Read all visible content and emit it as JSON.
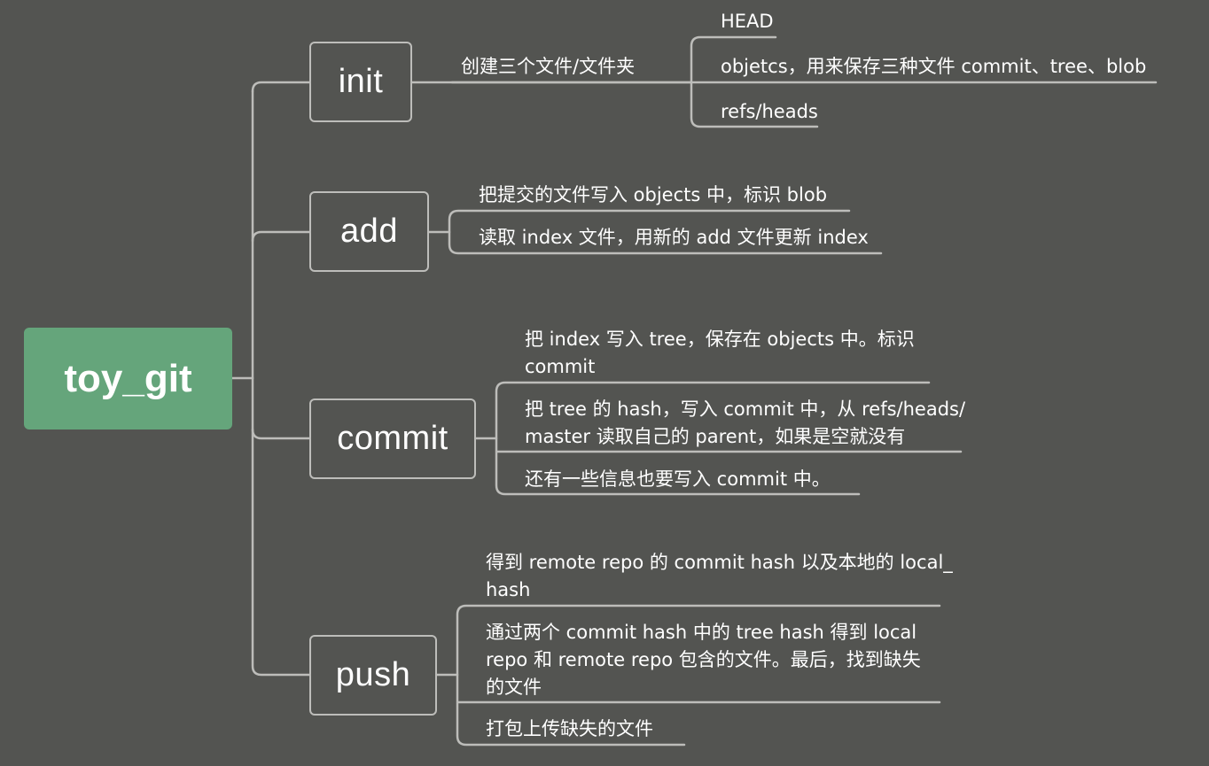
{
  "root": {
    "label": "toy_git",
    "color": "#65a57b"
  },
  "branches": {
    "init": {
      "label": "init",
      "topic": "创建三个文件/文件夹",
      "items": [
        "HEAD",
        "objetcs，用来保存三种文件 commit、tree、blob",
        "refs/heads"
      ]
    },
    "add": {
      "label": "add",
      "items": [
        "把提交的文件写入 objects 中，标识 blob",
        "读取 index 文件，用新的 add 文件更新 index"
      ]
    },
    "commit": {
      "label": "commit",
      "items": [
        [
          "把 index 写入 tree，保存在 objects 中。标识",
          "commit"
        ],
        [
          "把 tree 的 hash，写入 commit 中，从 refs/heads/",
          "master 读取自己的 parent，如果是空就没有"
        ],
        [
          "还有一些信息也要写入 commit 中。"
        ]
      ]
    },
    "push": {
      "label": "push",
      "items": [
        [
          "得到 remote repo 的 commit hash 以及本地的 local_",
          "hash"
        ],
        [
          "通过两个 commit hash 中的 tree hash 得到 local",
          "repo 和 remote repo 包含的文件。最后，找到缺失",
          "的文件"
        ],
        [
          "打包上传缺失的文件"
        ]
      ]
    }
  },
  "colors": {
    "background": "#535451",
    "line": "#bdbdba",
    "text": "#ffffff"
  }
}
